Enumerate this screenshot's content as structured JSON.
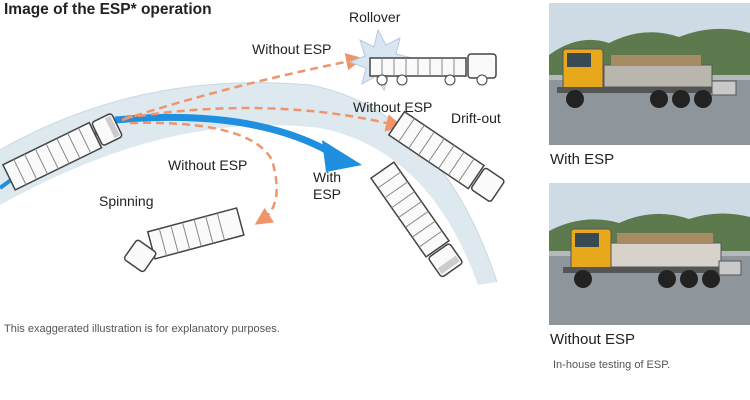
{
  "title": "Image of the ESP* operation",
  "labels": {
    "rollover": "Rollover",
    "without_esp_1": "Without ESP",
    "without_esp_2": "Without ESP",
    "drift_out": "Drift-out",
    "without_esp_3": "Without ESP",
    "with_esp_line1": "With",
    "with_esp_line2": "ESP",
    "spinning": "Spinning"
  },
  "caption": "This exaggerated illustration is for explanatory purposes.",
  "photos": [
    {
      "label": "With ESP"
    },
    {
      "label": "Without ESP"
    }
  ],
  "photo_note": "In-house testing of ESP.",
  "colors": {
    "road": "#dde8ef",
    "esp_path": "#1f8fe0",
    "no_esp_path": "#f0956a",
    "truck_outline": "#444444",
    "truck_fill": "#fafafa"
  }
}
